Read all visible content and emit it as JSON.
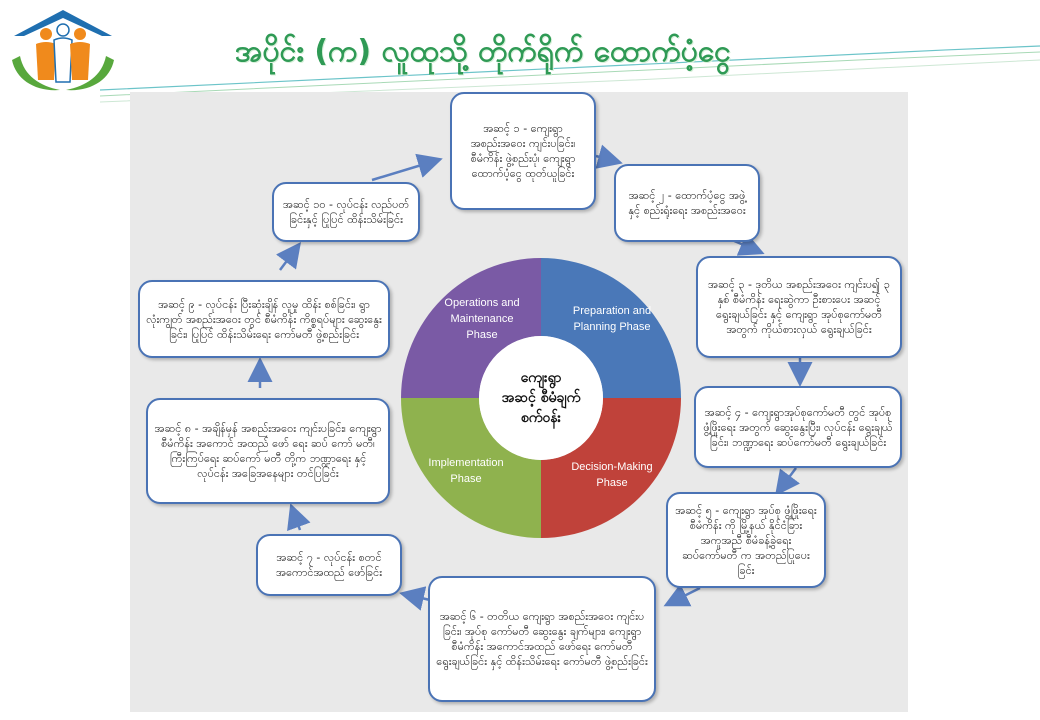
{
  "title": "အပိုင်း (က) လူထုသို့ တိုက်ရိုက် ထောက်ပံ့ငွေ",
  "colors": {
    "title": "#2f9a55",
    "box_border": "#4a73b5",
    "arrow": "#5b7fc0",
    "preparation": "#4a78b8",
    "decision": "#c0423a",
    "implementation": "#8fb24e",
    "operations": "#7a5aa5",
    "logo_roof": "#1f6fb0",
    "logo_leaf": "#58a83d",
    "logo_figure_orange": "#f08a1c"
  },
  "center": {
    "label_line1": "ကျေးရွာ",
    "label_line2": "အဆင့် စီမံချက်",
    "label_line3": "စက်ဝန်း"
  },
  "phases": [
    {
      "name": "Preparation and Planning Phase",
      "line1": "Preparation and",
      "line2": "Planning Phase"
    },
    {
      "name": "Decision-Making Phase",
      "line1": "Decision-Making",
      "line2": "Phase"
    },
    {
      "name": "Implementation Phase",
      "line1": "Implementation",
      "line2": "Phase"
    },
    {
      "name": "Operations and Maintenance Phase",
      "line1": "Operations and",
      "line2": "Maintenance",
      "line3": "Phase"
    }
  ],
  "steps": [
    {
      "id": "step1",
      "text": "အဆင့် ၁ - ကျေးရွာ အစည်းအဝေး ကျင်းပခြင်း၊ စီမံကိန်း ဖွဲ့စည်းပုံ၊ ကျေးရွာ ထောက်ပံ့ငွေ ထုတ်ယူခြင်း"
    },
    {
      "id": "step2",
      "text": "အဆင့် ၂ - ထောက်ပံ့ငွေ အဖွဲ့ နှင့် စည်းရုံးရေး အစည်းအဝေး"
    },
    {
      "id": "step3",
      "text": "အဆင့် ၃ - ဒုတိယ အစည်းအဝေး ကျင်းပ၍ ၃ နှစ် စီမံကိန်း ရေးဆွဲကာ ဦးစားပေး အဆင့် ရွေးချယ်ခြင်း နှင့် ကျေးရွာ အုပ်စုကော်မတီအတွက် ကိုယ်စားလှယ် ရွေးချယ်ခြင်း"
    },
    {
      "id": "step4",
      "text": "အဆင့် ၄ - ကျေးရွာအုပ်စုကော်မတီ တွင် အုပ်စု ဖွံ့ဖြိုးရေး အတွက် ဆွေးနွေးပြီး၊ လုပ်ငန်း ရွေးချယ်ခြင်း၊ ဘဏ္ဍာရေး ဆပ်ကော်မတီ ရွေးချယ်ခြင်း"
    },
    {
      "id": "step5",
      "text": "အဆင့် ၅ - ကျေးရွာ အုပ်စု ဖွံ့ဖြိုးရေး စီမံကိန်း ကို မြို့နယ် နိုင်ငံခြား အကူအညီ စီမံခန့်ခွဲရေး ဆပ်ကော်မတီ က အတည်ပြုပေးခြင်း"
    },
    {
      "id": "step6",
      "text": "အဆင့် ၆ - တတိယ ကျေးရွာ အစည်းအဝေး ကျင်းပခြင်း၊ အုပ်စု ကော်မတီ ဆွေးနွေး ချက်များ၊ ကျေးရွာ စီမံကိန်း အကောင်အထည် ဖော်ရေး ကော်မတီ ရွေးချယ်ခြင်း နှင့် ထိန်းသိမ်းရေး ကော်မတီ ဖွဲ့စည်းခြင်း"
    },
    {
      "id": "step7",
      "text": "အဆင့် ၇ - လုပ်ငန်း စတင် အကောင်အထည် ဖော်ခြင်း"
    },
    {
      "id": "step8",
      "text": "အဆင့် ၈ - အချိန်မှန် အစည်းအဝေး ကျင်းပခြင်း၊ ကျေးရွာ စီမံကိန်း အကောင် အထည် ဖော် ရေး ဆပ် ကော် မတီ၊ ကြီးကြပ်ရေး ဆပ်ကော် မတီ တို့က ဘဏ္ဍာရေး နှင့် လုပ်ငန်း အခြေအနေများ တင်ပြခြင်း"
    },
    {
      "id": "step9",
      "text": "အဆင့် ၉ - လုပ်ငန်း ပြီးဆုံးချိန် လူမှု ထိန်း စစ်ခြင်း၊ ရွာလုံးကျွတ် အစည်းအဝေး တွင် စီမံကိန်း ကိစ္စရပ်များ ဆွေးနွေးခြင်း၊ ပြုပြင် ထိန်းသိမ်းရေး ကော်မတီ ဖွဲ့စည်းခြင်း"
    },
    {
      "id": "step10",
      "text": "အဆင့် ၁၀ - လုပ်ငန်း လည်ပတ်ခြင်းနှင့် ပြုပြင် ထိန်းသိမ်းခြင်း"
    }
  ]
}
